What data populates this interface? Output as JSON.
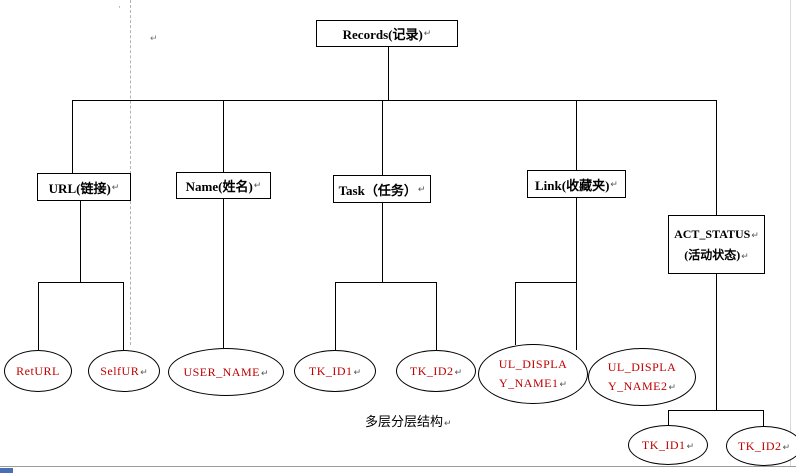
{
  "document": {
    "caption": "多层分层结构",
    "format_mark": "↵",
    "dot_mark": "·"
  },
  "colors": {
    "shape_border": "#000000",
    "node_text": "#000000",
    "leaf_text": "#c00000",
    "connector": "#000000",
    "scroll_chip": "#4a6fb5"
  },
  "tree": {
    "root": {
      "label": "Records(记录)"
    },
    "level1": {
      "url": {
        "label": "URL(链接)"
      },
      "name": {
        "label": "Name(姓名)"
      },
      "task": {
        "label": "Task（任务）"
      },
      "link": {
        "label": "Link(收藏夹)"
      },
      "act_status": {
        "line1": "ACT_STATUS",
        "line2": "(活动状态)"
      }
    },
    "leaves": {
      "returl": {
        "label": "RetURL"
      },
      "selfur": {
        "label": "SelfUR"
      },
      "user_name": {
        "label": "USER_NAME"
      },
      "tk_id1_task": {
        "label": "TK_ID1"
      },
      "tk_id2_task": {
        "label": "TK_ID2"
      },
      "ul_display_name1": {
        "line1": "UL_DISPLA",
        "line2": "Y_NAME1"
      },
      "ul_display_name2": {
        "line1": "UL_DISPLA",
        "line2": "Y_NAME2"
      },
      "tk_id1_act": {
        "label": "TK_ID1"
      },
      "tk_id2_act": {
        "label": "TK_ID2"
      }
    }
  }
}
